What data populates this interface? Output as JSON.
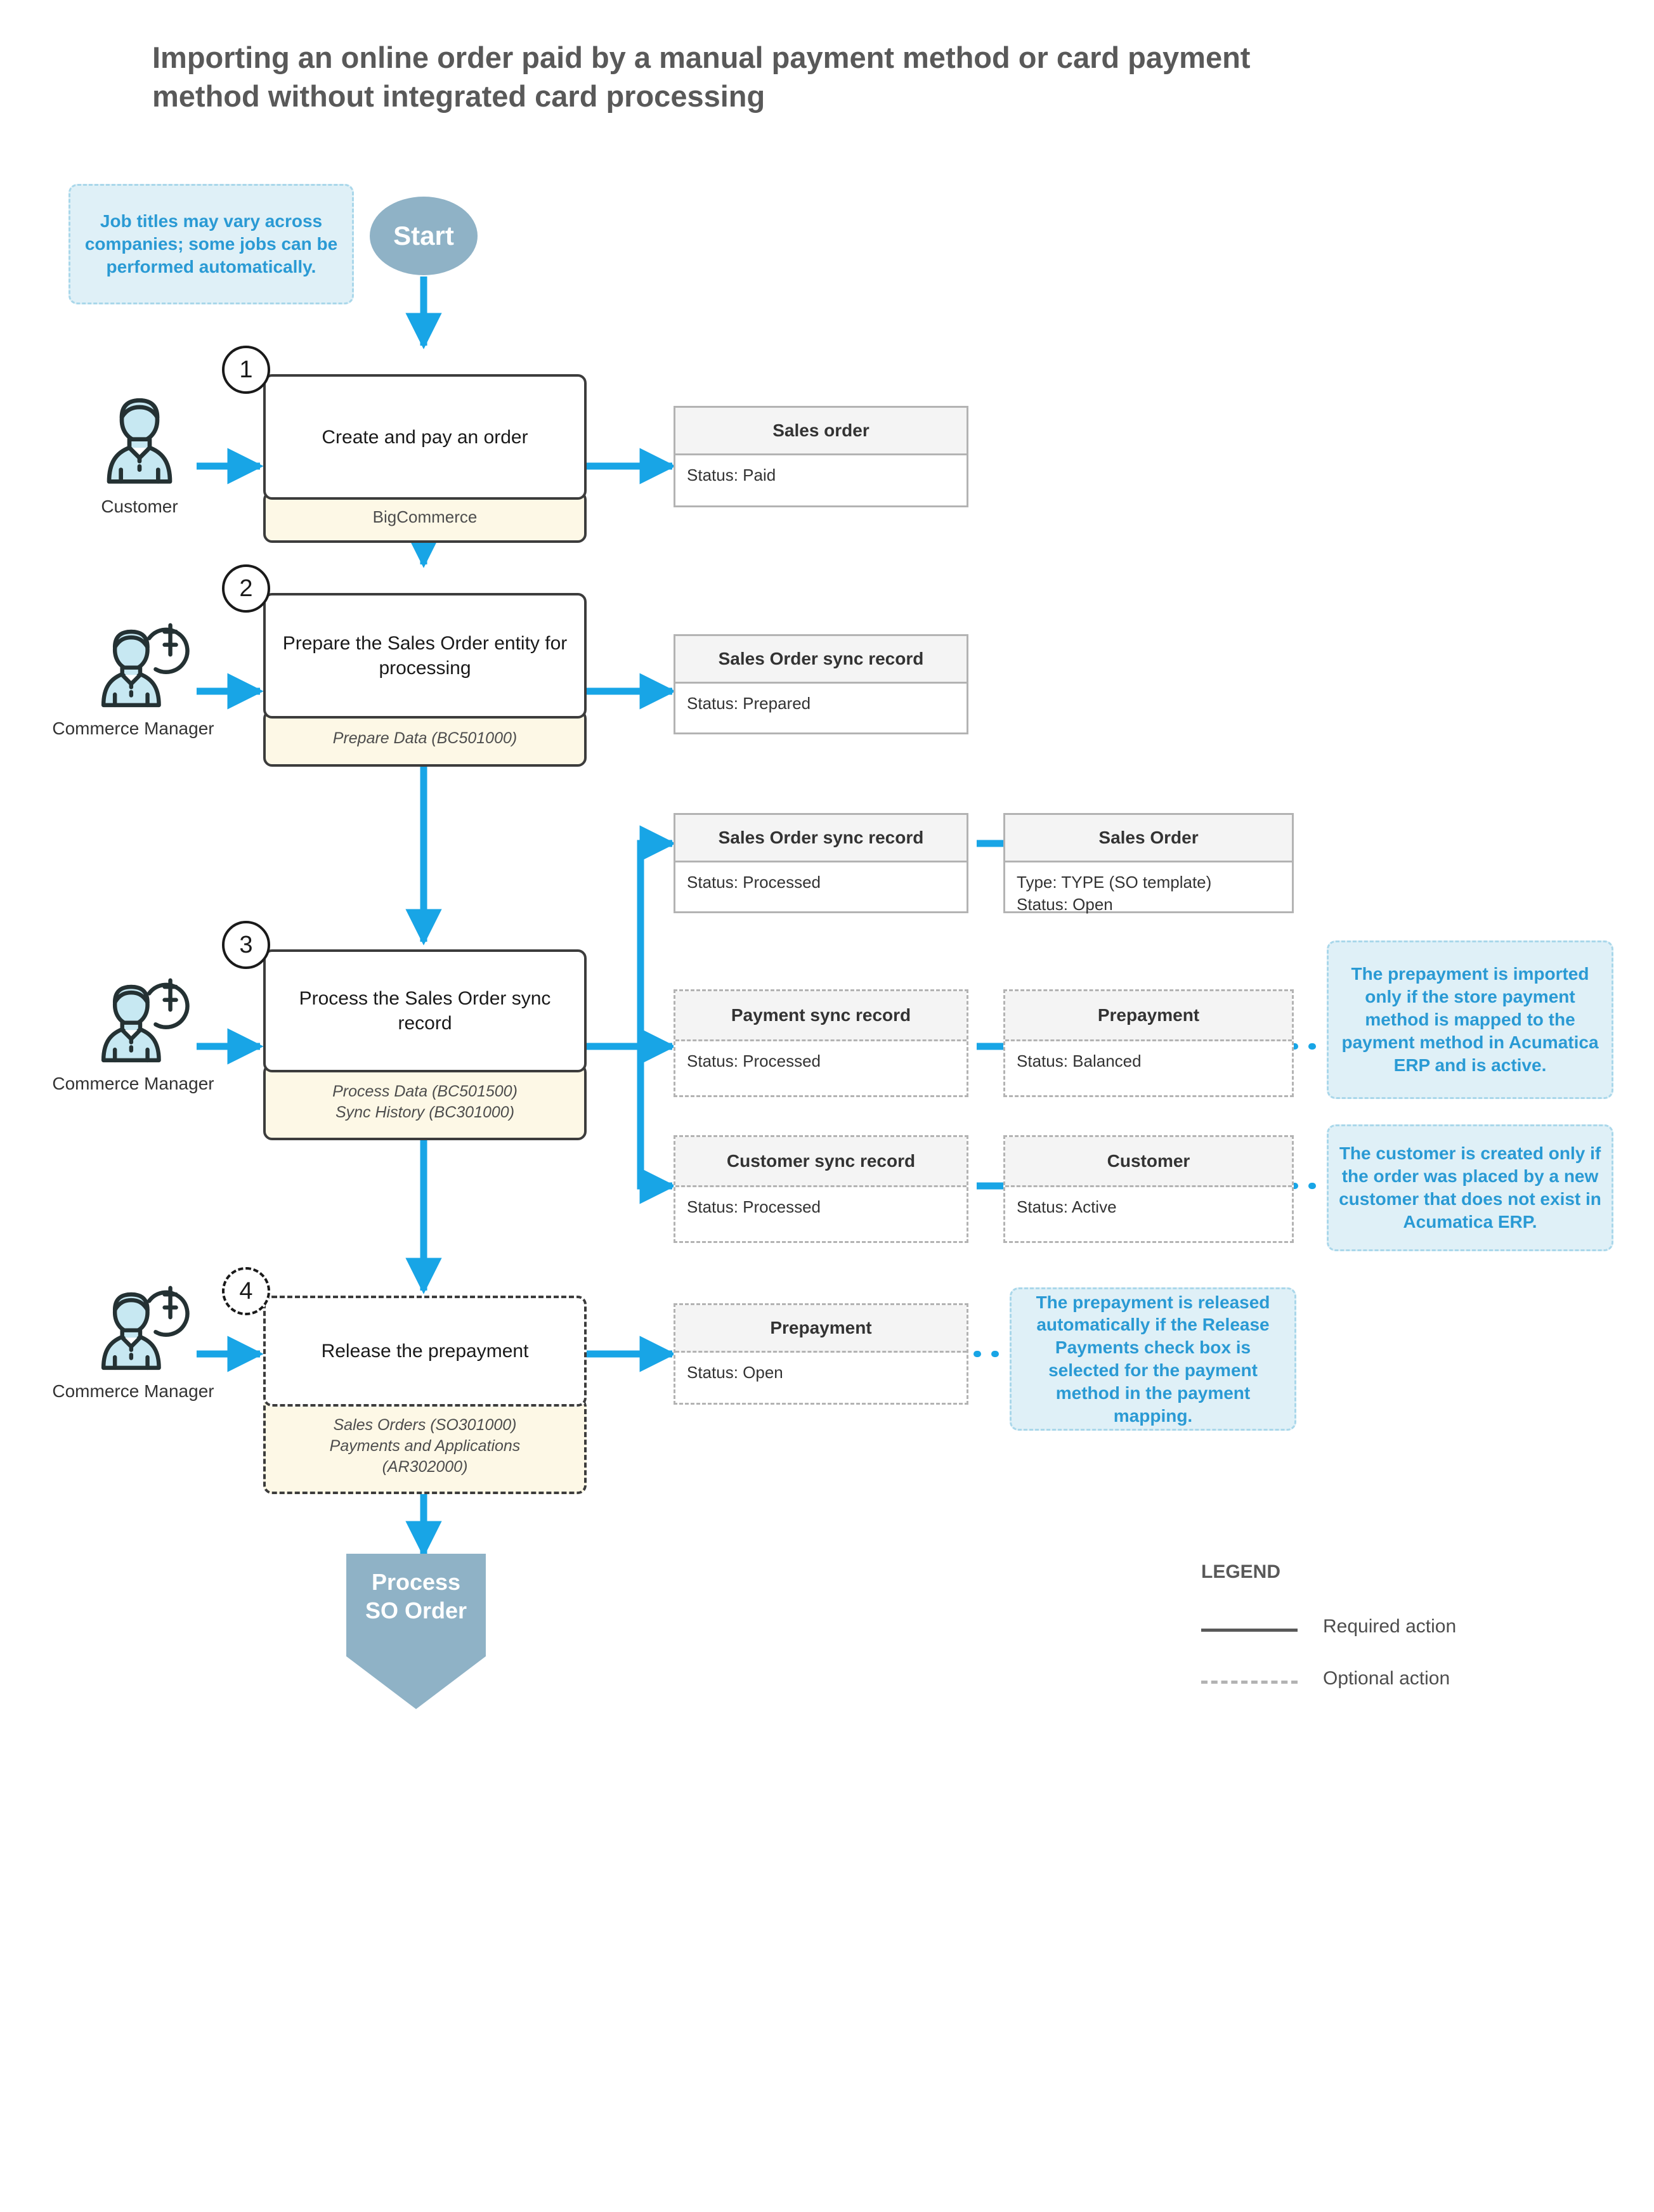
{
  "title": "Importing an online order paid by a manual payment method or card payment method without integrated card processing",
  "start": {
    "label": "Start"
  },
  "notes": {
    "job_titles": "Job titles may vary across companies; some jobs can be performed automatically.",
    "prepayment_imported": "The prepayment is imported only if the store payment method is mapped to the payment method in Acumatica ERP and is active.",
    "customer_created": "The customer is created only if the order was placed by a new customer that does not exist in Acumatica ERP.",
    "prepayment_released": "The prepayment is released automatically if the Release Payments check box is selected for the payment method in the payment mapping."
  },
  "actors": [
    {
      "name": "customer",
      "label": "Customer",
      "has_money_badge": false
    },
    {
      "name": "commerce-manager-2",
      "label": "Commerce Manager",
      "has_money_badge": true
    },
    {
      "name": "commerce-manager-3",
      "label": "Commerce Manager",
      "has_money_badge": true
    },
    {
      "name": "commerce-manager-4",
      "label": "Commerce Manager",
      "has_money_badge": true
    }
  ],
  "steps": [
    {
      "number": "1",
      "title": "Create and pay an order",
      "screens": "BigCommerce",
      "optional": false
    },
    {
      "number": "2",
      "title": "Prepare the Sales Order entity for processing",
      "screens": "Prepare Data (BC501000)",
      "optional": false
    },
    {
      "number": "3",
      "title": "Process the Sales Order sync record",
      "screens": "Process Data (BC501500)\nSync History (BC301000)",
      "screens_line1": "Process Data (BC501500)",
      "screens_line2": "Sync History (BC301000)",
      "optional": false
    },
    {
      "number": "4",
      "title": "Release the prepayment",
      "screens_line1": "Sales Orders (SO301000)",
      "screens_line2": "Payments and Applications",
      "screens_line3": "(AR302000)",
      "optional": true
    }
  ],
  "entities": {
    "sales_order_1": {
      "header": "Sales order",
      "line1": "Status: Paid",
      "optional": false
    },
    "so_sync_2": {
      "header": "Sales Order sync record",
      "line1": "Status: Prepared",
      "optional": false
    },
    "so_sync_3": {
      "header": "Sales Order sync record",
      "line1": "Status: Processed",
      "optional": false
    },
    "sales_order_3": {
      "header": "Sales Order",
      "line1": "Type: TYPE (SO template)",
      "line2": "Status: Open",
      "optional": false
    },
    "payment_sync_3": {
      "header": "Payment sync record",
      "line1": "Status: Processed",
      "optional": true
    },
    "prepayment_3": {
      "header": "Prepayment",
      "line1": "Status: Balanced",
      "optional": true
    },
    "customer_sync_3": {
      "header": "Customer sync record",
      "line1": "Status: Processed",
      "optional": true
    },
    "customer_3": {
      "header": "Customer",
      "line1": "Status: Active",
      "optional": true
    },
    "prepayment_4": {
      "header": "Prepayment",
      "line1": "Status: Open",
      "optional": true
    }
  },
  "end": {
    "line1": "Process",
    "line2": "SO Order"
  },
  "legend": {
    "title": "LEGEND",
    "items": [
      {
        "style": "solid",
        "label": "Required action"
      },
      {
        "style": "dashed",
        "label": "Optional action"
      }
    ]
  },
  "colors": {
    "accent_blue": "#18a5e6",
    "note_text": "#2a9ad4",
    "note_bg": "#dff0f7",
    "screens_band": "#fdf8e6",
    "terminator": "#8fb2c6",
    "title_text": "#595959"
  }
}
